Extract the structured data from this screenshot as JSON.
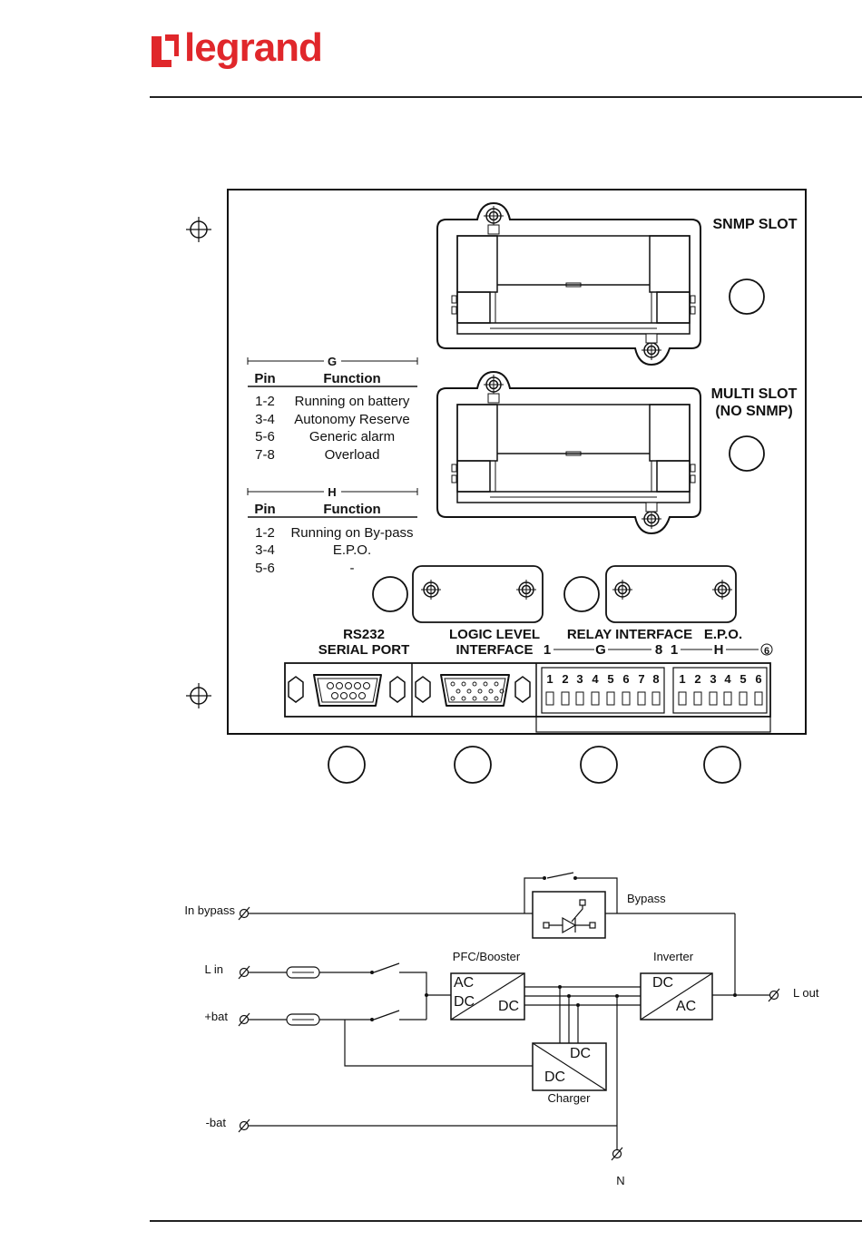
{
  "header": {
    "brand": "legrand",
    "logo_color": "#e0272b"
  },
  "panel": {
    "snmp_slot": "SNMP SLOT",
    "multi_slot_line1": "MULTI SLOT",
    "multi_slot_line2": "(NO SNMP)",
    "rs232_line1": "RS232",
    "rs232_line2": "SERIAL PORT",
    "logic_line1": "LOGIC LEVEL",
    "logic_line2": "INTERFACE",
    "relay_label": "RELAY INTERFACE",
    "epo_label": "E.P.O.",
    "relay_start": "1",
    "relay_group": "G",
    "relay_end": "8",
    "epo_start": "1",
    "epo_group": "H",
    "epo_end": "6",
    "relay_pins": [
      "1",
      "2",
      "3",
      "4",
      "5",
      "6",
      "7",
      "8"
    ],
    "epo_pins": [
      "1",
      "2",
      "3",
      "4",
      "5",
      "6"
    ]
  },
  "table_g": {
    "title": "G",
    "col_pin": "Pin",
    "col_function": "Function",
    "rows": [
      {
        "pin": "1-2",
        "function": "Running on battery"
      },
      {
        "pin": "3-4",
        "function": "Autonomy Reserve"
      },
      {
        "pin": "5-6",
        "function": "Generic alarm"
      },
      {
        "pin": "7-8",
        "function": "Overload"
      }
    ]
  },
  "table_h": {
    "title": "H",
    "col_pin": "Pin",
    "col_function": "Function",
    "rows": [
      {
        "pin": "1-2",
        "function": "Running on By-pass"
      },
      {
        "pin": "3-4",
        "function": "E.P.O."
      },
      {
        "pin": "5-6",
        "function": "-"
      }
    ]
  },
  "schematic": {
    "in_bypass": "In bypass",
    "l_in": "L in",
    "plus_bat": "+bat",
    "minus_bat": "-bat",
    "bypass": "Bypass",
    "pfc_booster": "PFC/Booster",
    "inverter": "Inverter",
    "l_out": "L out",
    "charger": "Charger",
    "n": "N",
    "ac": "AC",
    "dc": "DC"
  }
}
